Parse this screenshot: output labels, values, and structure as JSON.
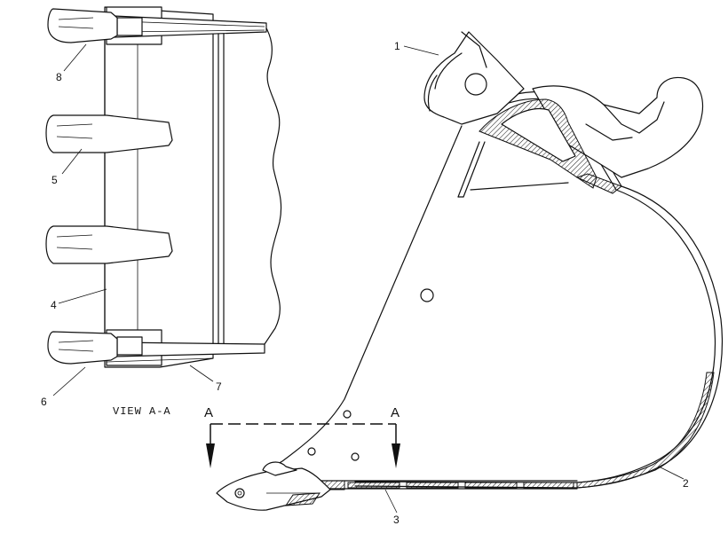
{
  "drawing": {
    "view_label": "VIEW A-A",
    "section_marker_left": "A",
    "section_marker_right": "A",
    "callouts": [
      {
        "id": "1",
        "text": "1"
      },
      {
        "id": "2",
        "text": "2"
      },
      {
        "id": "3",
        "text": "3"
      },
      {
        "id": "4",
        "text": "4"
      },
      {
        "id": "5",
        "text": "5"
      },
      {
        "id": "6",
        "text": "6"
      },
      {
        "id": "7",
        "text": "7"
      },
      {
        "id": "8",
        "text": "8"
      }
    ]
  }
}
